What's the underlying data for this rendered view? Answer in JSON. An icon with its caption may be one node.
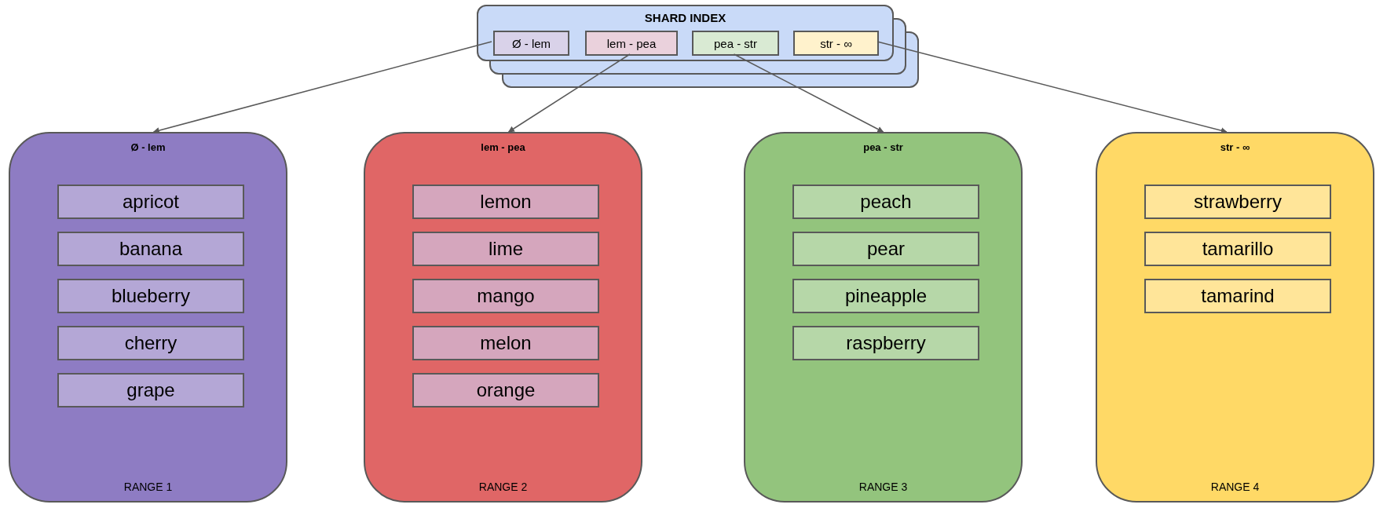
{
  "diagram": {
    "nodes": [
      {
        "text": [
          "SHARD INDEX"
        ]
      },
      {
        "text": [
          "Ø - lem"
        ],
        "in": 0
      },
      {
        "text": [
          "lem - pea"
        ],
        "in": 0
      },
      {
        "text": [
          "pea - str"
        ],
        "in": 0
      },
      {
        "text": [
          "str - ∞"
        ],
        "in": 0
      },
      {
        "text": [
          "Ø - lem",
          "RANGE 1"
        ]
      },
      {
        "text": [
          "apricot"
        ],
        "in": 5
      },
      {
        "text": [
          "banana"
        ],
        "in": 5
      },
      {
        "text": [
          "blueberry"
        ],
        "in": 5
      },
      {
        "text": [
          "cherry"
        ],
        "in": 5
      },
      {
        "text": [
          "grape"
        ],
        "in": 5
      },
      {
        "text": [
          "lem - pea",
          "RANGE 2"
        ]
      },
      {
        "text": [
          "lemon"
        ],
        "in": 11
      },
      {
        "text": [
          "lime"
        ],
        "in": 11
      },
      {
        "text": [
          "mango"
        ],
        "in": 11
      },
      {
        "text": [
          "melon"
        ],
        "in": 11
      },
      {
        "text": [
          "orange"
        ],
        "in": 11
      },
      {
        "text": [
          "pea - str",
          "RANGE 3"
        ]
      },
      {
        "text": [
          "peach"
        ],
        "in": 17
      },
      {
        "text": [
          "pear"
        ],
        "in": 17
      },
      {
        "text": [
          "pineapple"
        ],
        "in": 17
      },
      {
        "text": [
          "raspberry"
        ],
        "in": 17
      },
      {
        "text": [
          "str - ∞",
          "RANGE 4"
        ]
      },
      {
        "text": [
          "strawberry"
        ],
        "in": 22
      },
      {
        "text": [
          "tamarillo"
        ],
        "in": 22
      },
      {
        "text": [
          "tamarind"
        ],
        "in": 22
      }
    ],
    "edges": [
      {
        "from": 1,
        "to": 5,
        "arrow": "to"
      },
      {
        "from": 2,
        "to": 11,
        "arrow": "to"
      },
      {
        "from": 3,
        "to": 17,
        "arrow": "to"
      },
      {
        "from": 4,
        "to": 22,
        "arrow": "to"
      }
    ]
  }
}
